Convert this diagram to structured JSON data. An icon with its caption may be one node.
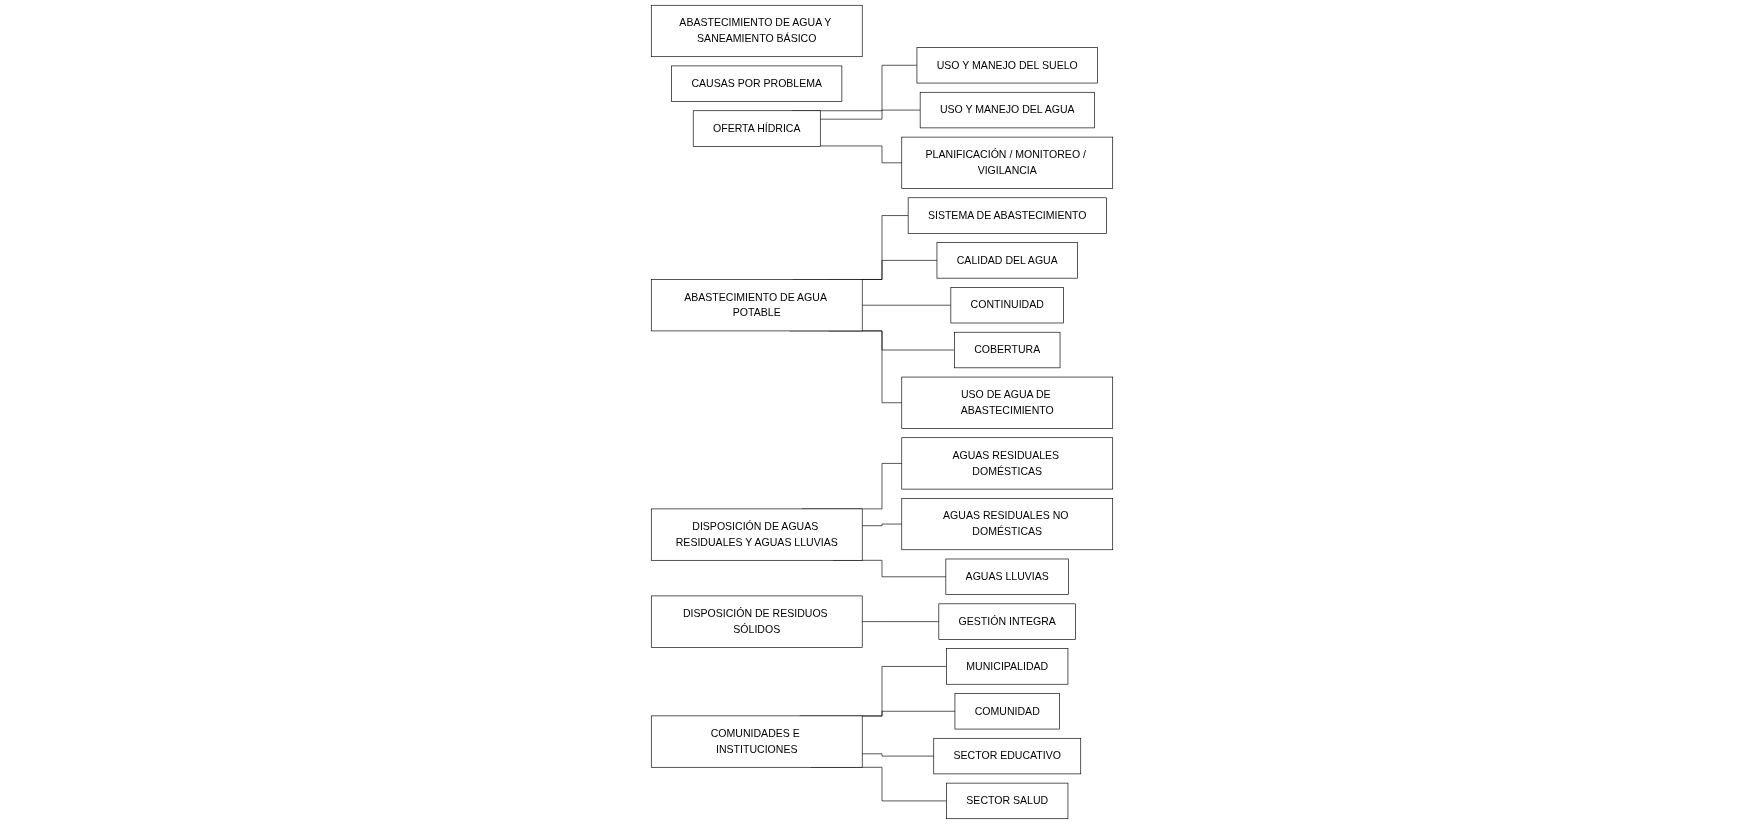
{
  "diagram": {
    "nodes": [
      {
        "text": [
          "OFERTA HÍDRICA"
        ]
      },
      {
        "text": [
          "USO Y MANEJO DEL SUELO"
        ]
      },
      {
        "text": [
          "USO Y MANEJO DEL AGUA"
        ]
      },
      {
        "text": [
          "PLANIFICACIÓN / MONITOREO / VIGILANCIA"
        ]
      },
      {
        "text": [
          "ABASTECIMIENTO DE AGUA Y SANEAMIENTO BÁSICO"
        ]
      },
      {
        "text": [
          "ABASTECIMIENTO DE AGUA POTABLE"
        ]
      },
      {
        "text": [
          "DISPOSICIÓN DE AGUAS RESIDUALES Y AGUAS LLUVIAS"
        ]
      },
      {
        "text": [
          "DISPOSICIÓN DE RESIDUOS SÓLIDOS"
        ]
      },
      {
        "text": [
          "SISTEMA DE ABASTECIMIENTO"
        ]
      },
      {
        "text": [
          "CALIDAD DEL AGUA"
        ]
      },
      {
        "text": [
          "CONTINUIDAD"
        ]
      },
      {
        "text": [
          "COBERTURA"
        ]
      },
      {
        "text": [
          "USO DE AGUA DE ABASTECIMIENTO"
        ]
      },
      {
        "text": [
          "AGUAS RESIDUALES DOMÉSTICAS"
        ]
      },
      {
        "text": [
          "AGUAS RESIDUALES NO DOMÉSTICAS"
        ]
      },
      {
        "text": [
          "AGUAS LLUVIAS"
        ]
      },
      {
        "text": [
          "GESTIÓN INTEGRA"
        ]
      },
      {
        "text": [
          "COMUNIDADES E INSTITUCIONES"
        ]
      },
      {
        "text": [
          "MUNICIPALIDAD"
        ]
      },
      {
        "text": [
          "COMUNIDAD"
        ]
      },
      {
        "text": [
          "SECTOR EDUCATIVO"
        ]
      },
      {
        "text": [
          "SECTOR SALUD"
        ]
      },
      {
        "text": [
          "CAUSAS POR PROBLEMA"
        ]
      }
    ],
    "edges": [
      {
        "from": 0,
        "to": 1,
        "arrow": "none"
      },
      {
        "from": 0,
        "to": 2,
        "arrow": "none"
      },
      {
        "from": 0,
        "to": 3,
        "arrow": "none"
      },
      {
        "from": 5,
        "to": 8,
        "arrow": "none"
      },
      {
        "from": 5,
        "to": 9,
        "arrow": "none"
      },
      {
        "from": 5,
        "to": 10,
        "arrow": "none"
      },
      {
        "from": 5,
        "to": 11,
        "arrow": "none"
      },
      {
        "from": 5,
        "to": 12,
        "arrow": "none"
      },
      {
        "from": 6,
        "to": 13,
        "arrow": "none"
      },
      {
        "from": 6,
        "to": 14,
        "arrow": "none"
      },
      {
        "from": 6,
        "to": 15,
        "arrow": "none"
      },
      {
        "from": 7,
        "to": 16,
        "arrow": "none"
      },
      {
        "from": 17,
        "to": 18,
        "arrow": "none"
      },
      {
        "from": 17,
        "to": 19,
        "arrow": "none"
      },
      {
        "from": 17,
        "to": 20,
        "arrow": "none"
      },
      {
        "from": 17,
        "to": 21,
        "arrow": "none"
      }
    ]
  }
}
